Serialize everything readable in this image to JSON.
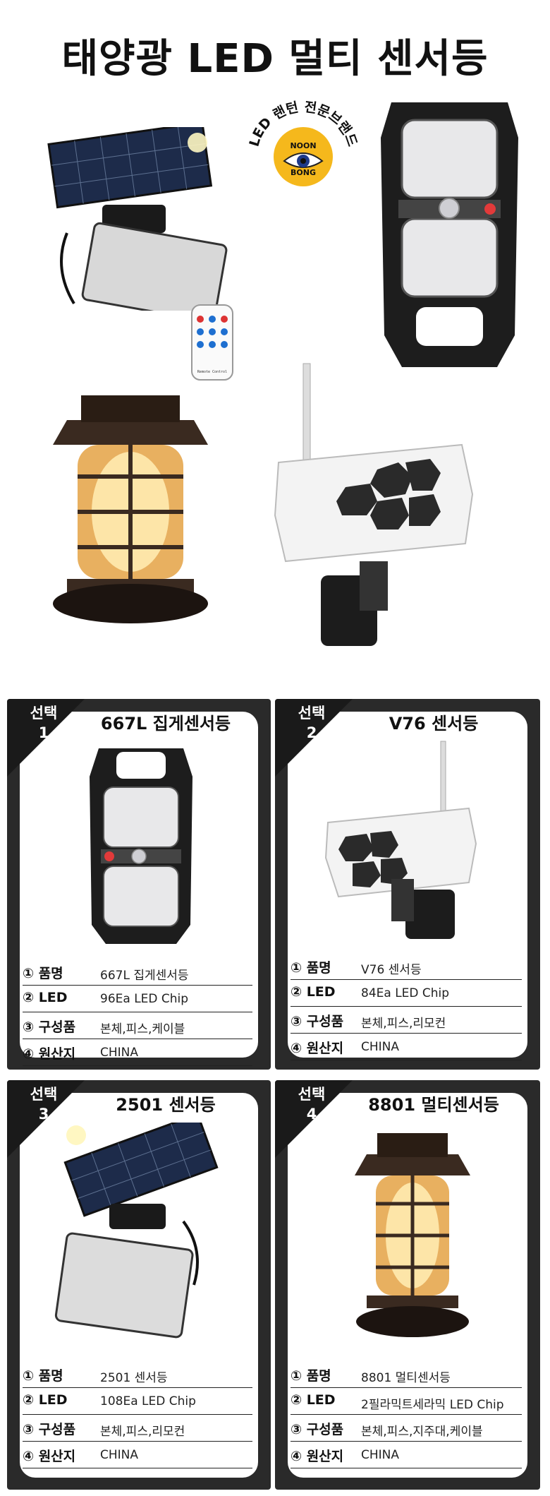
{
  "header": {
    "title": "태양광 LED 멀티 센서등",
    "brand_arc": "LED 랜턴 전문브랜드",
    "brand_logo_line1": "NOON",
    "brand_logo_line2": "BONG",
    "remote_label": "Remote Control"
  },
  "options": [
    {
      "tag_line1": "선택",
      "tag_line2": "1",
      "title": "667L 집게센서등",
      "specs": [
        {
          "label": "① 품명",
          "value": "667L 집게센서등"
        },
        {
          "label": "② LED",
          "value": "96Ea LED Chip"
        },
        {
          "label": "③ 구성품",
          "value": "본체,피스,케이블"
        },
        {
          "label": "④ 원산지",
          "value": "CHINA"
        }
      ]
    },
    {
      "tag_line1": "선택",
      "tag_line2": "2",
      "title": "V76 센서등",
      "specs": [
        {
          "label": "① 품명",
          "value": "V76 센서등"
        },
        {
          "label": "② LED",
          "value": "84Ea LED Chip"
        },
        {
          "label": "③ 구성품",
          "value": "본체,피스,리모컨"
        },
        {
          "label": "④ 원산지",
          "value": "CHINA"
        }
      ]
    },
    {
      "tag_line1": "선택",
      "tag_line2": "3",
      "title": "2501 센서등",
      "specs": [
        {
          "label": "① 품명",
          "value": "2501 센서등"
        },
        {
          "label": "② LED",
          "value": "108Ea LED Chip"
        },
        {
          "label": "③ 구성품",
          "value": "본체,피스,리모컨"
        },
        {
          "label": "④ 원산지",
          "value": "CHINA"
        }
      ]
    },
    {
      "tag_line1": "선택",
      "tag_line2": "4",
      "title": "8801 멀티센서등",
      "specs": [
        {
          "label": "① 품명",
          "value": "8801 멀티센서등"
        },
        {
          "label": "② LED",
          "value": "2필라믹트세라믹 LED Chip"
        },
        {
          "label": "③ 구성품",
          "value": "본체,피스,지주대,케이블"
        },
        {
          "label": "④ 원산지",
          "value": "CHINA"
        }
      ]
    }
  ]
}
